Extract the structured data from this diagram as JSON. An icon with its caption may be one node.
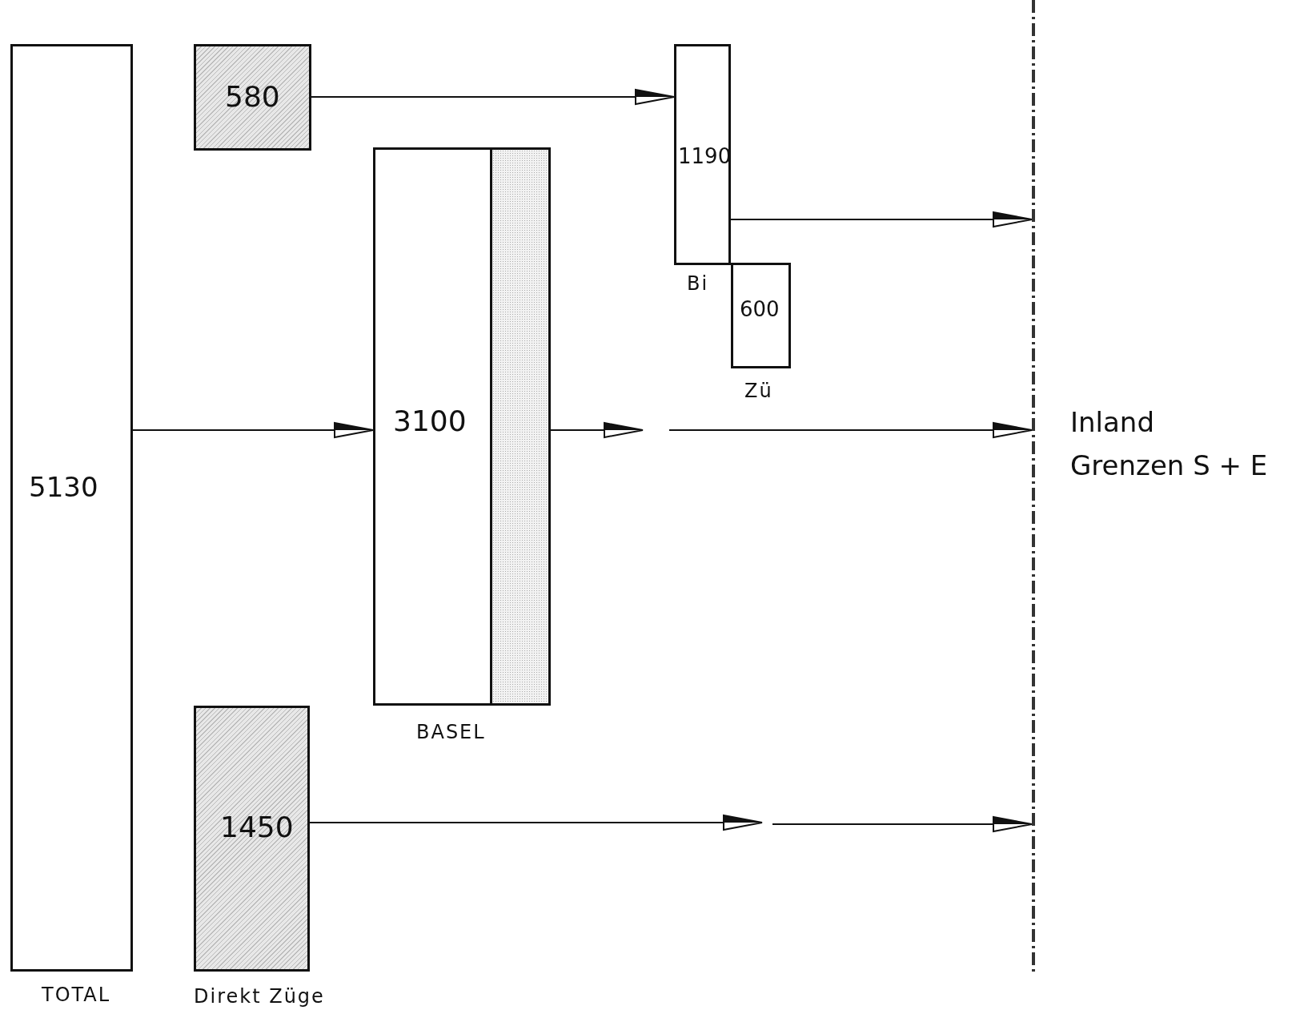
{
  "diagram": {
    "nodes": [
      {
        "text": [
          "5130"
        ],
        "beside": [
          "TOTAL"
        ]
      },
      {
        "text": [
          "580"
        ]
      },
      {
        "text": [
          "3100"
        ],
        "beside": [
          "BASEL"
        ]
      },
      {
        "text": [
          "1190"
        ],
        "beside": [
          "Bi"
        ]
      },
      {
        "text": [
          "600"
        ],
        "beside": [
          "Zü"
        ]
      },
      {
        "text": [
          "1450"
        ],
        "beside": [
          "Direkt Züge"
        ]
      },
      {
        "text": [],
        "shape": "line"
      }
    ],
    "edges": [
      {
        "from": 1,
        "to": 3,
        "arrow": "to"
      },
      {
        "from": 0,
        "to": 2,
        "arrow": "to"
      },
      {
        "from": 2,
        "to": null,
        "arrow": "to"
      },
      {
        "from": null,
        "to": 6,
        "arrow": "to"
      },
      {
        "from": 3,
        "to": 6,
        "arrow": "to"
      },
      {
        "from": 5,
        "to": null,
        "arrow": "to"
      },
      {
        "from": null,
        "to": 6,
        "arrow": "to"
      }
    ],
    "labels": [
      "Inland Grenzen S + E"
    ]
  }
}
